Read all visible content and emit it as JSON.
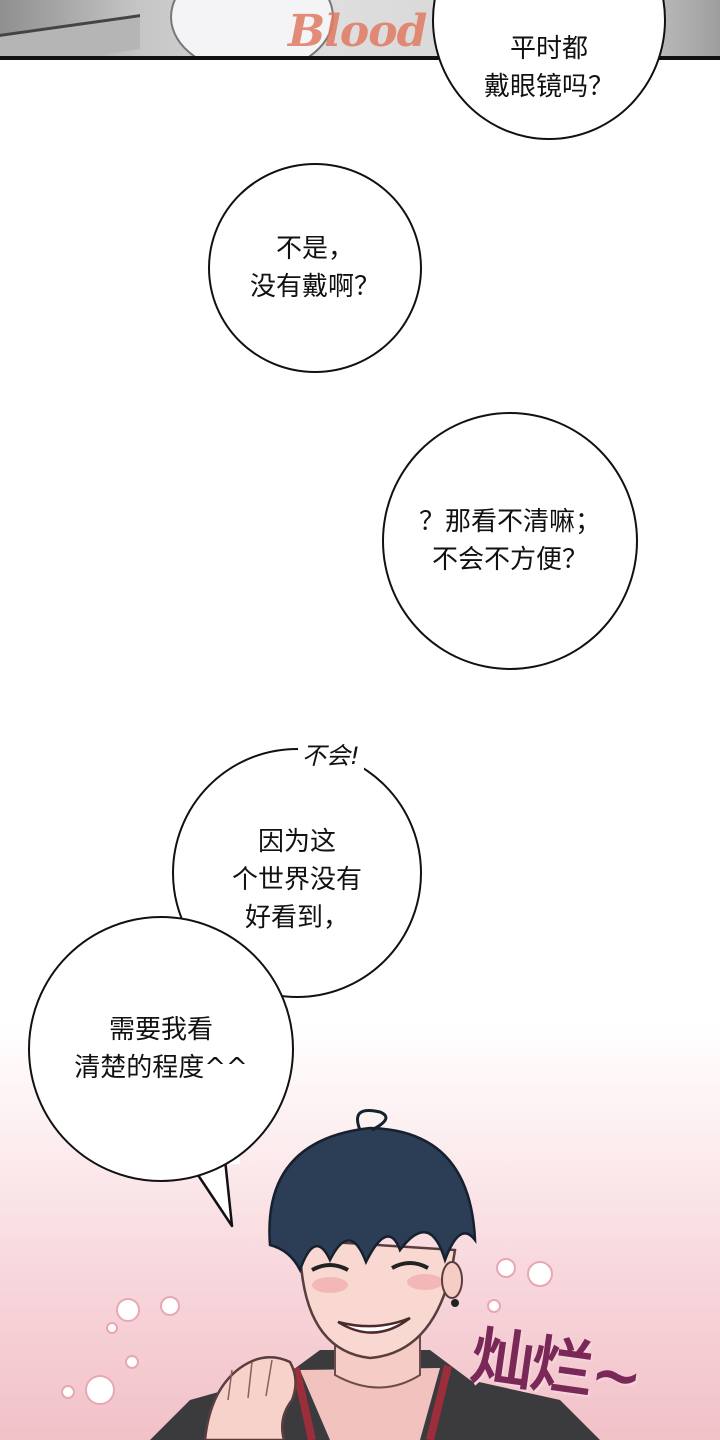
{
  "panel_top": {
    "shirt_text": "Blood"
  },
  "bubbles": [
    {
      "text": "平时都\n戴眼镜吗？"
    },
    {
      "text": "不是，\n没有戴啊？"
    },
    {
      "text": "？那看不清嘛；\n不会不方便？"
    },
    {
      "text": "因为这\n个世界没有\n好看到，"
    },
    {
      "text": "需要我看\n清楚的程度^^"
    }
  ],
  "exclamation": "不会!",
  "sfx": "灿烂~",
  "colors": {
    "bubble_fill": "#ffffff",
    "ink": "#111111",
    "bg_pink": "#f1c1c8",
    "hair": "#2b3e55",
    "sfx": "#7a2858"
  }
}
